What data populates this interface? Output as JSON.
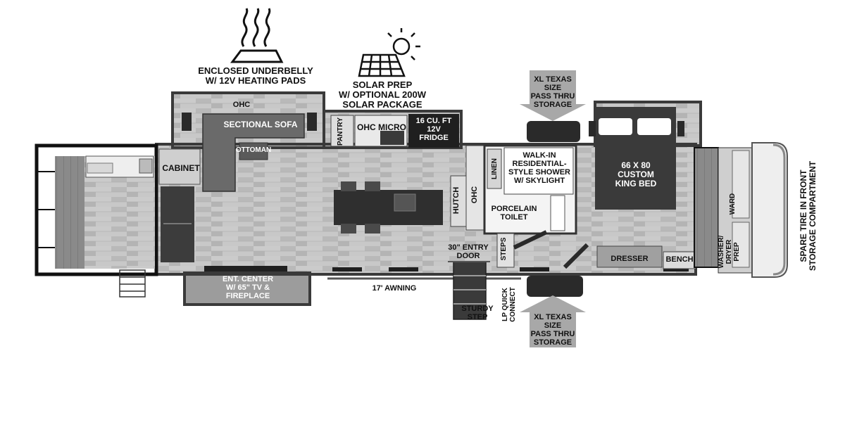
{
  "features": {
    "underbelly": "ENCLOSED UNDERBELLY\nW/ 12V HEATING PADS",
    "solar": "SOLAR PREP\nW/ OPTIONAL 200W\nSOLAR PACKAGE",
    "storage_top": "XL TEXAS SIZE\nPASS THRU\nSTORAGE",
    "storage_bottom": "XL TEXAS SIZE\nPASS THRU\nSTORAGE",
    "spare_tire": "SPARE TIRE IN FRONT\nSTORAGE COMPARTMENT"
  },
  "rooms": {
    "ohc_living": "OHC",
    "sectional_sofa": "SECTIONAL SOFA",
    "ottoman": "OTTOMAN",
    "cabinet": "CABINET",
    "pantry": "PANTRY",
    "ohc_micro": "OHC MICRO",
    "fridge": "16 CU. FT\n12V\nFRIDGE",
    "hutch": "HUTCH",
    "ohc_hall": "OHC",
    "linen": "LINEN",
    "shower": "WALK-IN\nRESIDENTIAL-\nSTYLE SHOWER\nW/ SKYLIGHT",
    "toilet": "PORCELAIN\nTOILET",
    "bed": "66 X 80\nCUSTOM\nKING BED",
    "ward": "WARD",
    "washer": "WASHER/\nDRYER\nPREP",
    "dresser": "DRESSER",
    "bench": "BENCH",
    "steps": "STEPS",
    "entry_door": "30\" ENTRY\nDOOR",
    "ent_center": "ENT. CENTER\nW/ 65\" TV &\nFIREPLACE",
    "awning": "17' AWNING",
    "sturdy_step": "STURDY\nSTEP",
    "lp_quick": "LP QUICK\nCONNECT"
  },
  "icons": [
    "heat-waves-icon",
    "solar-panel-icon",
    "sun-icon",
    "arrow-down-icon",
    "arrow-up-icon"
  ],
  "colors": {
    "floor": "#bdbdbd",
    "wall": "#3a3a3a",
    "dark_furniture": "#2f2f2f",
    "arrow_gray": "#a8a8a8"
  }
}
